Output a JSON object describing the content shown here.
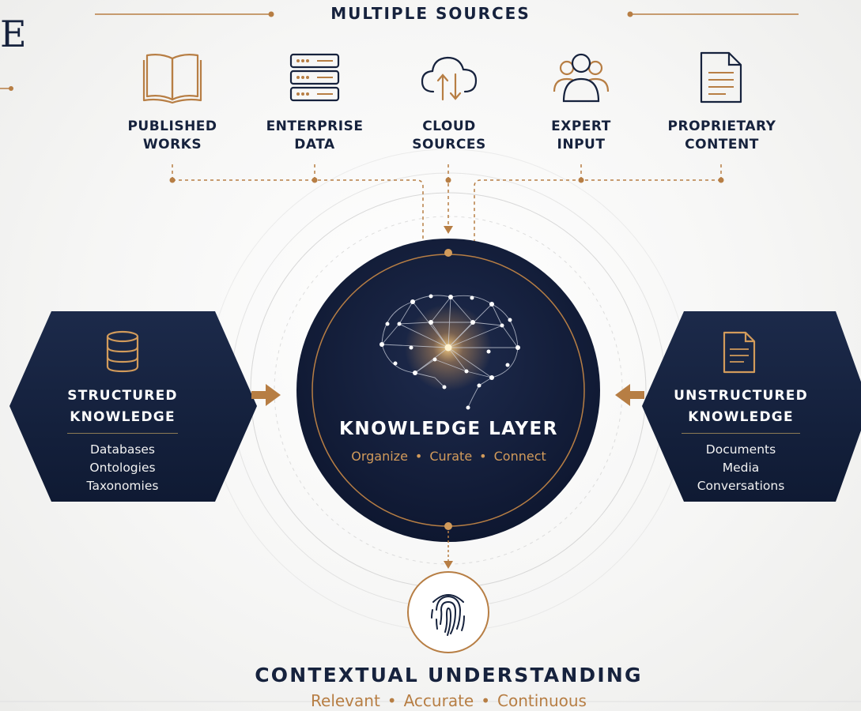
{
  "header": {
    "title": "MULTIPLE SOURCES",
    "edge_letter": "E"
  },
  "sources": [
    {
      "label": "PUBLISHED\nWORKS",
      "icon": "open-book-icon"
    },
    {
      "label": "ENTERPRISE\nDATA",
      "icon": "server-icon"
    },
    {
      "label": "CLOUD\nSOURCES",
      "icon": "cloud-sync-icon"
    },
    {
      "label": "EXPERT\nINPUT",
      "icon": "people-group-icon"
    },
    {
      "label": "PROPRIETARY\nCONTENT",
      "icon": "document-icon"
    }
  ],
  "structured": {
    "title_line1": "STRUCTURED",
    "title_line2": "KNOWLEDGE",
    "items": [
      "Databases",
      "Ontologies",
      "Taxonomies"
    ],
    "icon": "database-icon"
  },
  "unstructured": {
    "title_line1": "UNSTRUCTURED",
    "title_line2": "KNOWLEDGE",
    "items": [
      "Documents",
      "Media",
      "Conversations"
    ],
    "icon": "document-icon"
  },
  "center": {
    "title": "KNOWLEDGE LAYER",
    "tags": [
      "Organize",
      "Curate",
      "Connect"
    ],
    "icon": "brain-network-icon"
  },
  "output": {
    "title": "CONTEXTUAL UNDERSTANDING",
    "tags": [
      "Relevant",
      "Accurate",
      "Continuous"
    ],
    "icon": "fingerprint-icon"
  },
  "colors": {
    "navy": "#16223d",
    "gold": "#b77e44",
    "gold_light": "#d29b5b",
    "background": "#f6f6f5"
  }
}
